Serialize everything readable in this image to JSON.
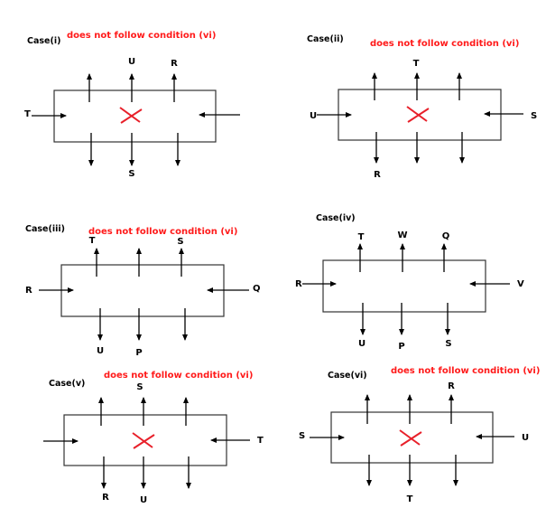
{
  "colors": {
    "note": "#ff1a1a",
    "cross": "#e8202a",
    "line": "#000000"
  },
  "cases": [
    {
      "title": "Case(i)",
      "note": "does not follow condition (vi)",
      "crossed": true,
      "left": "T",
      "right": "",
      "top": [
        "",
        "U",
        "R"
      ],
      "bottom": [
        "",
        "S",
        ""
      ]
    },
    {
      "title": "Case(ii)",
      "note": "does not follow condition (vi)",
      "crossed": true,
      "left": "U",
      "right": "S",
      "top": [
        "",
        "T",
        ""
      ],
      "bottom": [
        "R",
        "",
        ""
      ]
    },
    {
      "title": "Case(iii)",
      "note": "does not follow condition (vi)",
      "crossed": false,
      "left": "R",
      "right": "Q",
      "top": [
        "T",
        "",
        "S"
      ],
      "bottom": [
        "U",
        "P",
        ""
      ]
    },
    {
      "title": "Case(iv)",
      "note": "",
      "crossed": false,
      "left": "R",
      "right": "V",
      "top": [
        "T",
        "W",
        "Q"
      ],
      "bottom": [
        "U",
        "P",
        "S"
      ]
    },
    {
      "title": "Case(v)",
      "note": "does not follow condition (vi)",
      "crossed": true,
      "left": "",
      "right": "T",
      "top": [
        "",
        "S",
        ""
      ],
      "bottom": [
        "R",
        "U",
        ""
      ]
    },
    {
      "title": "Case(vi)",
      "note": "does not follow condition (vi)",
      "crossed": true,
      "left": "S",
      "right": "U",
      "top": [
        "",
        "",
        "R"
      ],
      "bottom": [
        "",
        "T",
        ""
      ]
    }
  ]
}
